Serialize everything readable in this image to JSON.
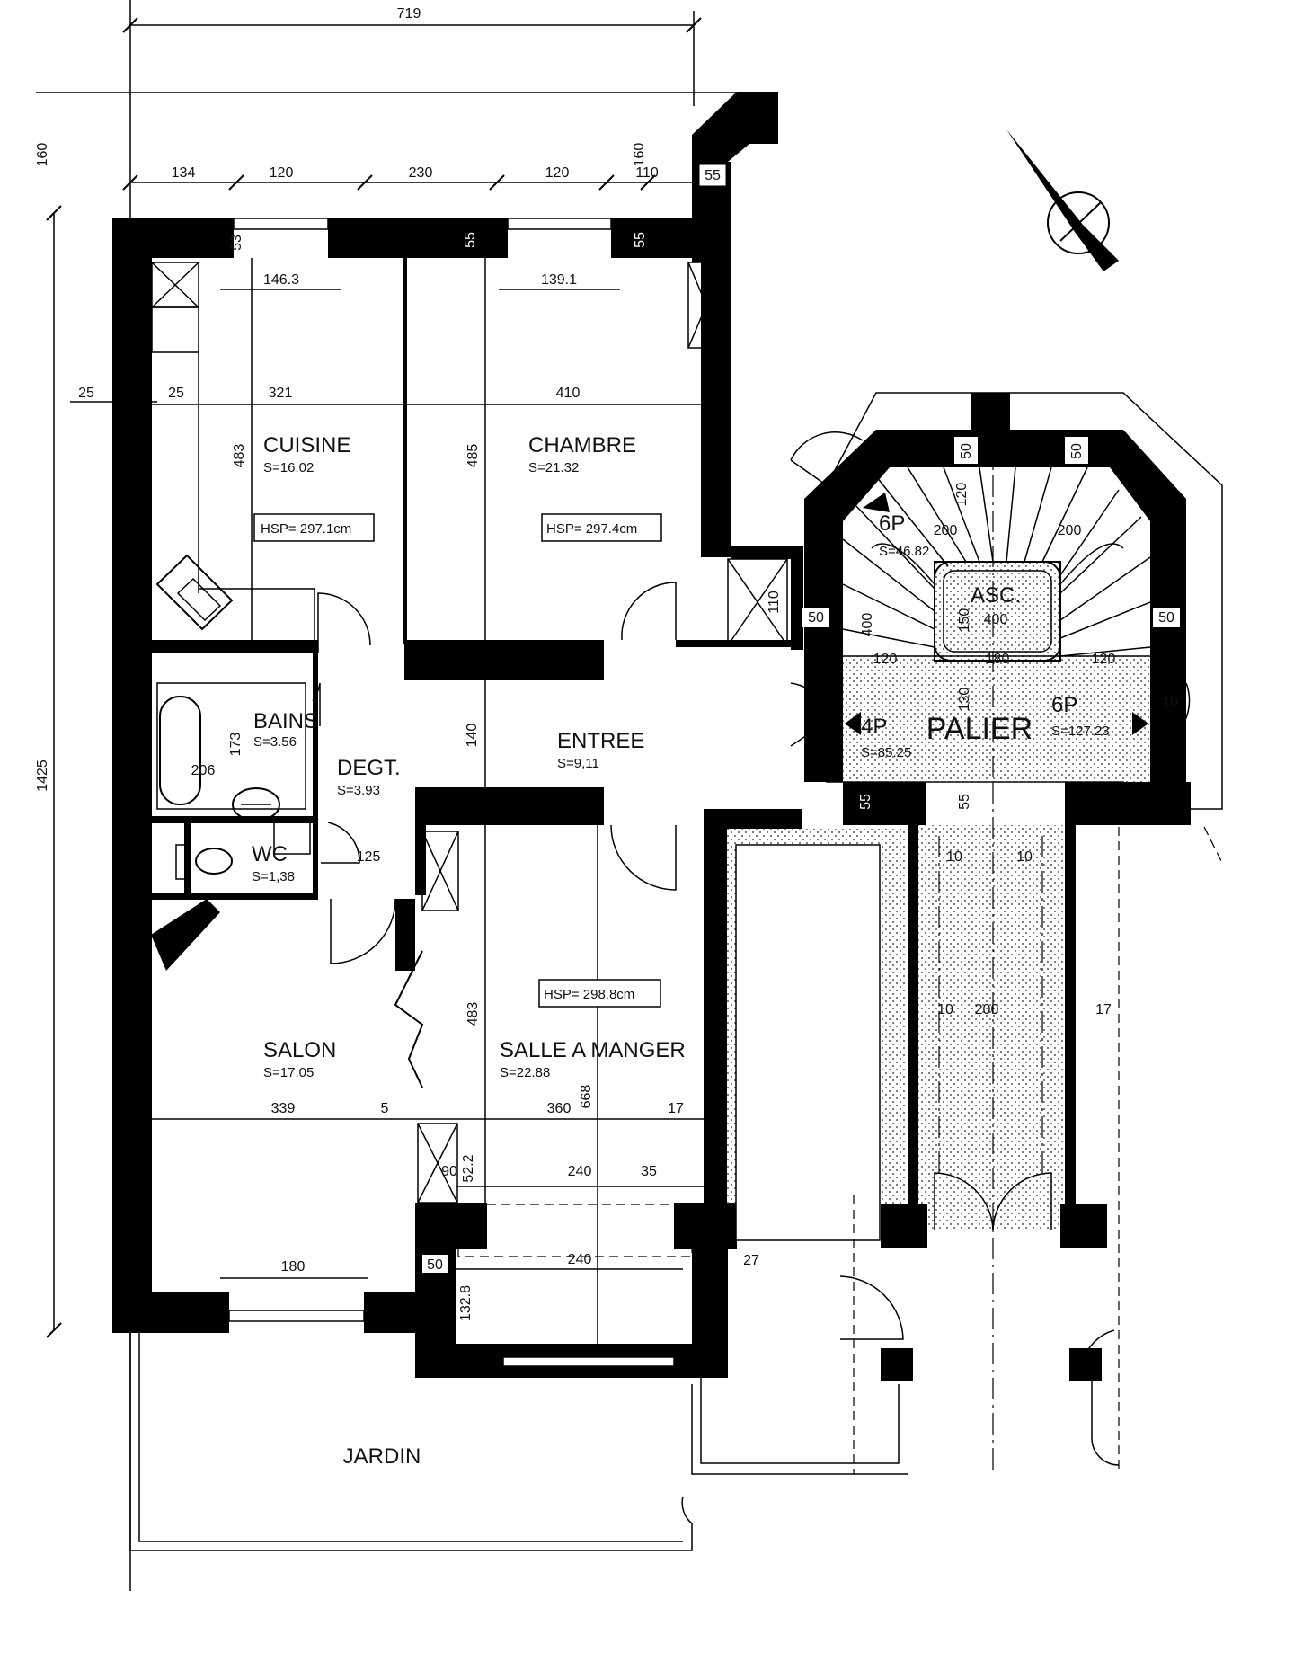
{
  "rooms": {
    "cuisine": {
      "name": "CUISINE",
      "area": "S=16.02",
      "hsp": "HSP= 297.1cm"
    },
    "chambre": {
      "name": "CHAMBRE",
      "area": "S=21.32",
      "hsp": "HSP= 297.4cm"
    },
    "bains": {
      "name": "BAINS",
      "area": "S=3.56"
    },
    "degt": {
      "name": "DEGT.",
      "area": "S=3.93"
    },
    "entree": {
      "name": "ENTREE",
      "area": "S=9,11"
    },
    "wc": {
      "name": "WC",
      "area": "S=1,38"
    },
    "salon": {
      "name": "SALON",
      "area": "S=17.05"
    },
    "salle_a_manger": {
      "name": "SALLE A MANGER",
      "area": "S=22.88",
      "hsp": "HSP= 298.8cm"
    },
    "jardin": {
      "name": "JARDIN"
    },
    "asc": {
      "name": "ASC."
    },
    "palier": {
      "name": "PALIER"
    },
    "stair_6p": {
      "label": "6P",
      "area": "S=46.82"
    },
    "palier_4p": {
      "label": "4P",
      "area": "S=85.25"
    },
    "palier_6p": {
      "label": "6P",
      "area": "S=127.23"
    }
  },
  "dimensions": {
    "top_total": "719",
    "left_160": "160",
    "top_134": "134",
    "top_120a": "120",
    "top_230": "230",
    "top_120b": "120",
    "top_110": "110",
    "top_160b": "160",
    "left_total": "1425",
    "left_25": "25",
    "inner_25": "25",
    "cuisine_321": "321",
    "chambre_410": "410",
    "cuisine_483": "483",
    "chambre_485": "485",
    "cuisine_146": "146.3",
    "chambre_139": "139.1",
    "cuisine_53": "53",
    "wall_55a": "55",
    "wall_55b": "55",
    "wall_55c": "55",
    "entree_140": "140",
    "bains_173": "173",
    "bains_206": "206",
    "wc_125": "125",
    "sam_483": "483",
    "sam_668": "668",
    "salon_339": "339",
    "salon_5": "5",
    "sam_360": "360",
    "sam_17": "17",
    "sam_90": "90",
    "sam_52": "52.2",
    "sam_240a": "240",
    "sam_35": "35",
    "salon_180": "180",
    "bay_50": "50",
    "bay_240": "240",
    "bay_132": "132.8",
    "bay_27": "27",
    "shaft_110": "110",
    "stair_50a": "50",
    "stair_50b": "50",
    "stair_50c": "50",
    "stair_50d": "50",
    "stair_120": "120",
    "stair_200a": "200",
    "stair_200b": "200",
    "stair_400a": "400",
    "asc_150": "150",
    "asc_400": "400",
    "stair_120b": "120",
    "asc_180": "180",
    "stair_120c": "120",
    "palier_130": "130",
    "palier_10r": "10",
    "hall_55a": "55",
    "hall_55b": "55",
    "hall_10a": "10",
    "hall_10b": "10",
    "hall_10c": "10",
    "hall_200": "200",
    "hall_17": "17"
  }
}
